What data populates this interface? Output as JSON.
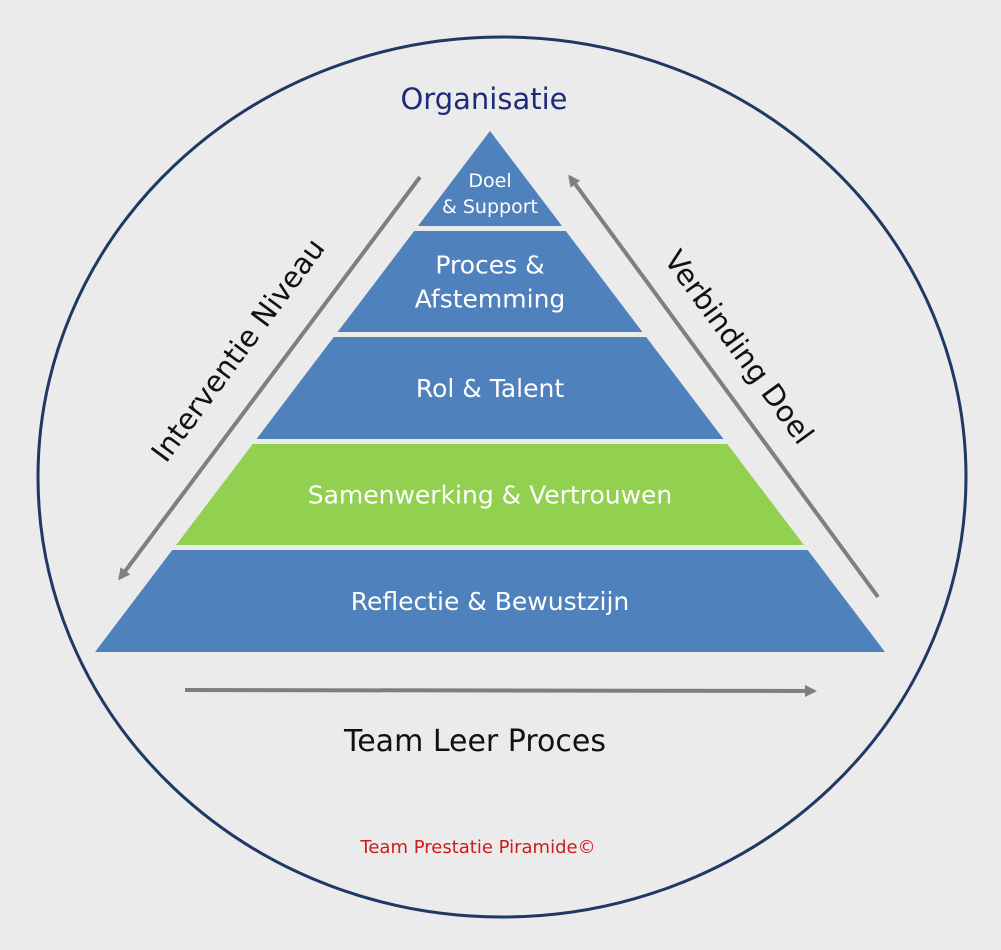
{
  "top_label": "Organisatie",
  "levels": [
    {
      "lines": [
        "Doel",
        "& Support"
      ],
      "color": "#4f81bd"
    },
    {
      "lines": [
        "Proces &",
        "Afstemming"
      ],
      "color": "#4f81bd"
    },
    {
      "lines": [
        "Rol & Talent"
      ],
      "color": "#4f81bd"
    },
    {
      "lines": [
        "Samenwerking & Vertrouwen"
      ],
      "color": "#92d050"
    },
    {
      "lines": [
        "Reflectie & Bewustzijn"
      ],
      "color": "#4f81bd"
    }
  ],
  "left_label": "Interventie Niveau",
  "right_label": "Verbinding Doel",
  "bottom_label": "Team Leer Proces",
  "copyright": "Team Prestatie Piramide©",
  "colors": {
    "background": "#ebebeb",
    "circle_stroke": "#1f3864",
    "arrow": "#7f7f7f",
    "title": "#1f2a7a",
    "copyright": "#d11a1a"
  }
}
